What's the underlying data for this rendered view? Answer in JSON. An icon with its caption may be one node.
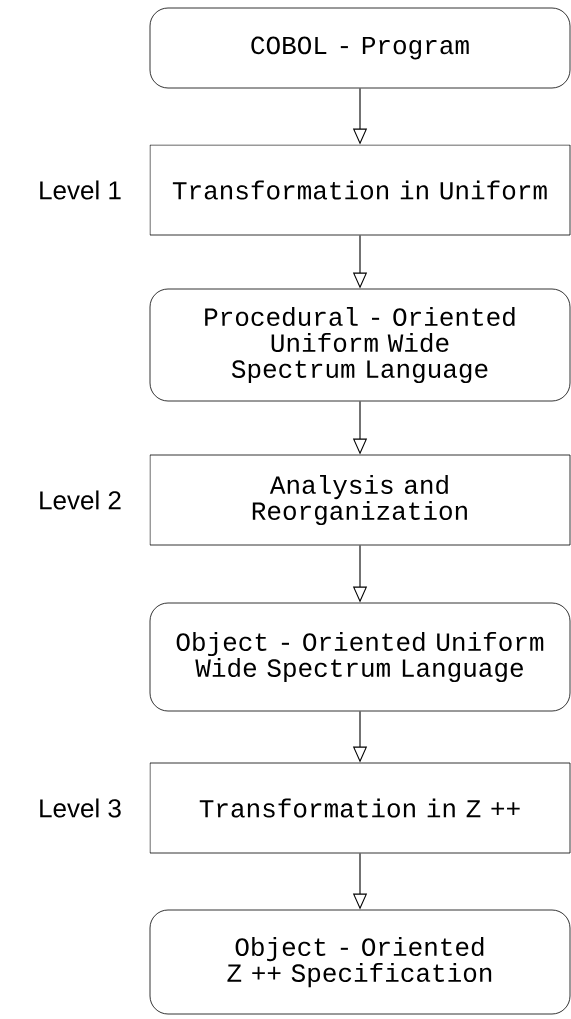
{
  "diagram": {
    "nodes": [
      {
        "text": [
          "COBOL - Program"
        ]
      },
      {
        "text": [
          "Transformation in Uniform"
        ],
        "beside": [
          "Level 1"
        ]
      },
      {
        "text": [
          "Procedural - Oriented Uniform Wide Spectrum Language"
        ]
      },
      {
        "text": [
          "Analysis and Reorganization"
        ],
        "beside": [
          "Level 2"
        ]
      },
      {
        "text": [
          "Object - Oriented Uniform Wide Spectrum Language"
        ]
      },
      {
        "text": [
          "Transformation in Z ++"
        ],
        "beside": [
          "Level 3"
        ]
      },
      {
        "text": [
          "Object - Oriented Z ++ Specification"
        ]
      }
    ],
    "edges": [
      {
        "from": 0,
        "to": 1,
        "arrow": "to"
      },
      {
        "from": 1,
        "to": 2,
        "arrow": "to"
      },
      {
        "from": 2,
        "to": 3,
        "arrow": "to"
      },
      {
        "from": 3,
        "to": 4,
        "arrow": "to"
      },
      {
        "from": 4,
        "to": 5,
        "arrow": "to"
      },
      {
        "from": 5,
        "to": 6,
        "arrow": "to"
      }
    ]
  }
}
